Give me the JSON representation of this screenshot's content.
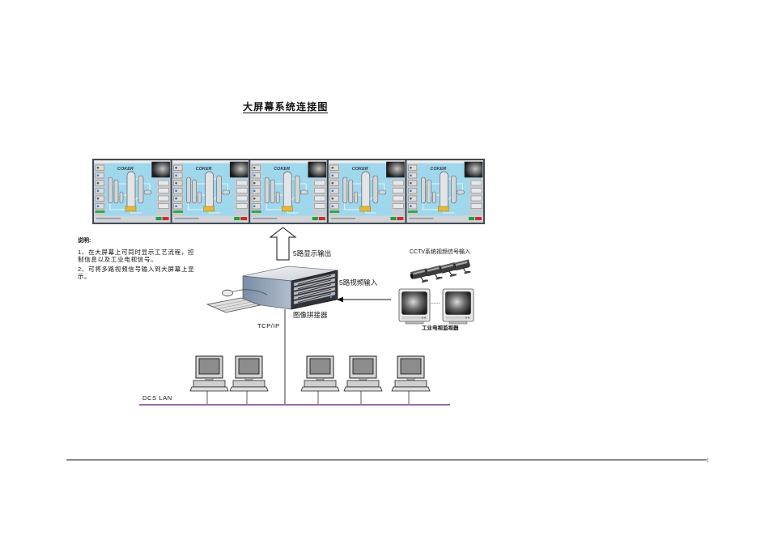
{
  "title": "大屏幕系统连接图",
  "video_wall": {
    "screens": [
      {
        "label": "COKER"
      },
      {
        "label": "COKER"
      },
      {
        "label": "COKER"
      },
      {
        "label": "COKER"
      },
      {
        "label": "COKER"
      }
    ]
  },
  "display_output": {
    "label": "5路显示输出",
    "icon": "up-arrow-icon"
  },
  "notes": {
    "heading": "说明:",
    "items": [
      {
        "lines": [
          "1、在大屏幕上可同时显示工艺流程，控",
          "制信息以及工业电视信号。"
        ]
      },
      {
        "lines": [
          "2、可将多路视频信号输入到大屏幕上显",
          "示。"
        ]
      }
    ]
  },
  "image_processor": {
    "label": "图像拼接器",
    "icon": "rack-server-icon",
    "peripherals": [
      "keyboard-icon",
      "mouse-icon"
    ]
  },
  "video_input": {
    "label": "5路视频输入",
    "icon": "left-arrow-icon"
  },
  "cctv": {
    "label": "CCTV系统视频信号输入",
    "cameras": [
      {
        "icon": "cctv-camera-icon"
      },
      {
        "icon": "cctv-camera-icon"
      },
      {
        "icon": "cctv-camera-icon"
      },
      {
        "icon": "cctv-camera-icon"
      }
    ],
    "monitors": [
      {
        "icon": "crt-monitor-icon"
      },
      {
        "icon": "crt-monitor-icon"
      }
    ],
    "monitor_ellipsis": "......",
    "monitor_label": "工业电视监视器"
  },
  "network": {
    "protocol_label": "TCP/IP",
    "lan_label": "DCS LAN",
    "workstations": [
      {
        "icon": "workstation-icon"
      },
      {
        "icon": "workstation-icon"
      },
      {
        "icon": "workstation-icon"
      },
      {
        "icon": "workstation-icon"
      },
      {
        "icon": "workstation-icon"
      }
    ]
  },
  "colors": {
    "lan_line": "#9e6aa8",
    "screen_background": "#9fd7ec",
    "server_side": "#8b9db2",
    "server_front": "#2f3338",
    "rule": "#111111"
  }
}
